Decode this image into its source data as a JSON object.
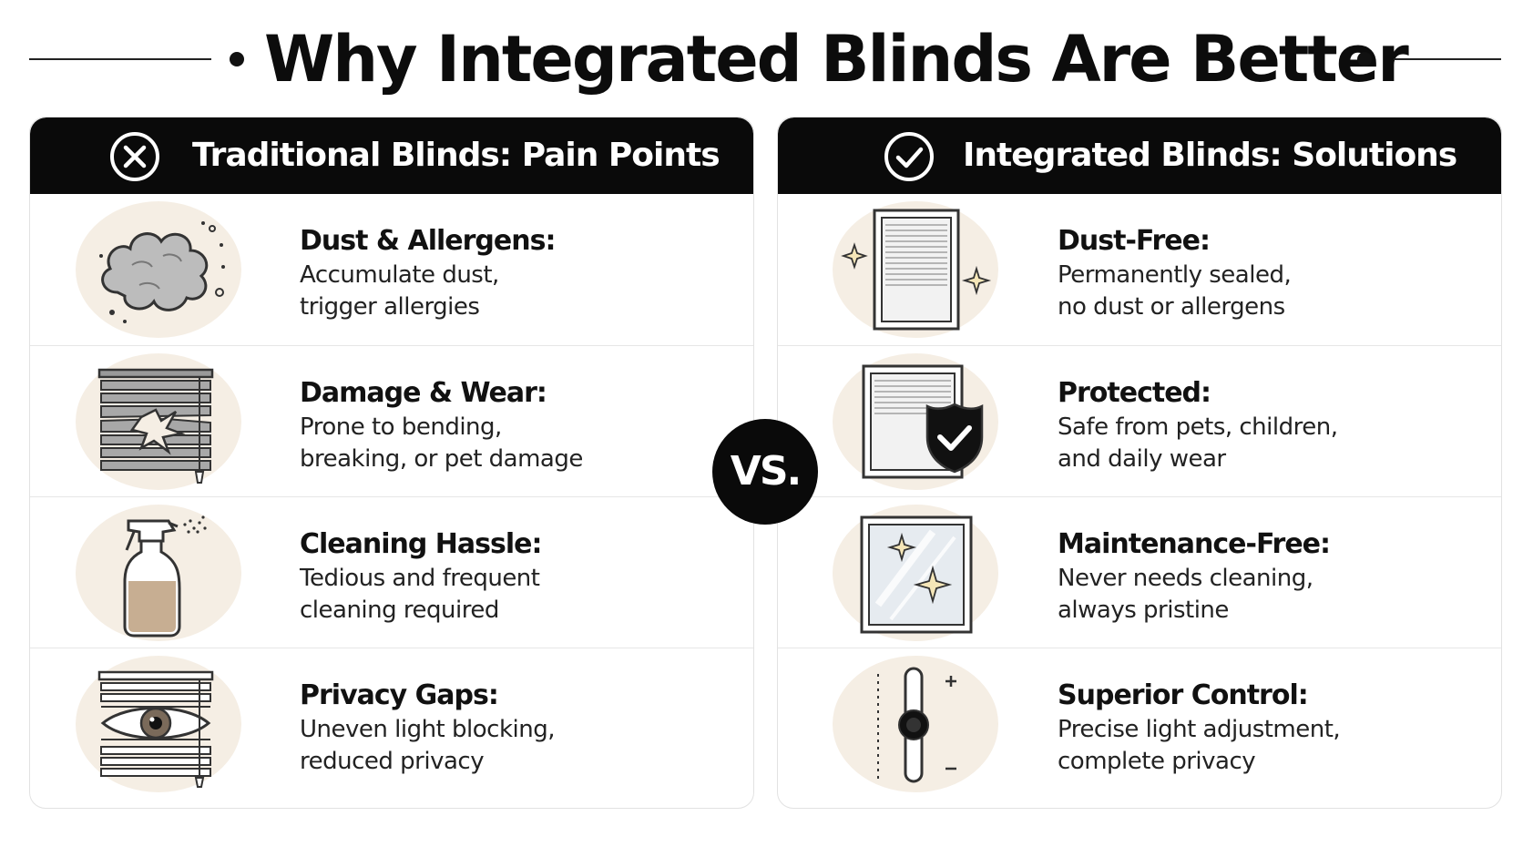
{
  "title": "Why Integrated Blinds Are Better",
  "vs_label": "VS.",
  "left_panel": {
    "header": "Traditional Blinds: Pain Points",
    "header_icon": "x-circle-icon",
    "items": [
      {
        "title": "Dust & Allergens:",
        "line1": "Accumulate dust,",
        "line2": "trigger allergies",
        "icon": "dust-cloud-icon"
      },
      {
        "title": "Damage & Wear:",
        "line1": "Prone to bending,",
        "line2": "breaking, or pet damage",
        "icon": "broken-blinds-icon"
      },
      {
        "title": "Cleaning Hassle:",
        "line1": "Tedious and frequent",
        "line2": "cleaning required",
        "icon": "spray-bottle-icon"
      },
      {
        "title": "Privacy Gaps:",
        "line1": "Uneven light blocking,",
        "line2": "reduced privacy",
        "icon": "eye-through-blinds-icon"
      }
    ]
  },
  "right_panel": {
    "header": "Integrated Blinds: Solutions",
    "header_icon": "check-circle-icon",
    "items": [
      {
        "title": "Dust-Free:",
        "line1": "Permanently sealed,",
        "line2": "no dust or allergens",
        "icon": "sealed-window-sparkle-icon"
      },
      {
        "title": "Protected:",
        "line1": "Safe from pets, children,",
        "line2": "and daily wear",
        "icon": "window-shield-icon"
      },
      {
        "title": "Maintenance-Free:",
        "line1": "Never needs cleaning,",
        "line2": "always pristine",
        "icon": "clean-glass-sparkle-icon"
      },
      {
        "title": "Superior Control:",
        "line1": "Precise light adjustment,",
        "line2": "complete privacy",
        "icon": "slider-control-icon"
      }
    ]
  },
  "colors": {
    "header_bg": "#0a0a0a",
    "icon_bg": "#f5eee4",
    "text": "#111111",
    "sparkle": "#c9a24a"
  }
}
